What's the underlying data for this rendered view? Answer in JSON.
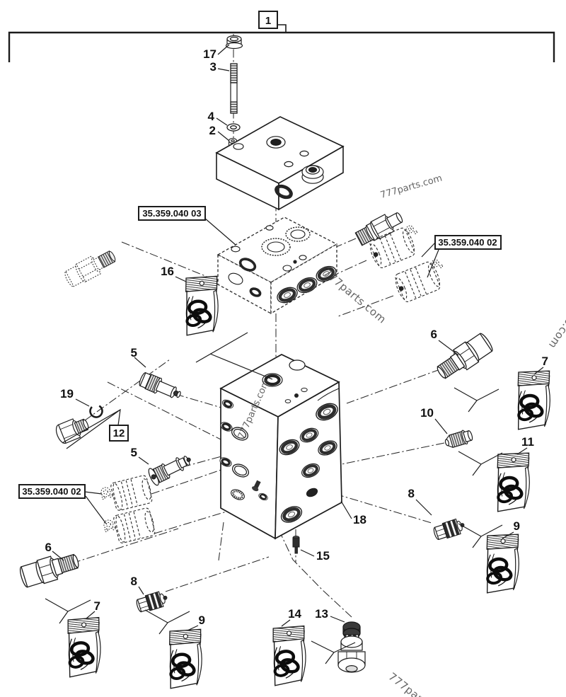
{
  "page": {
    "background": "#ffffff",
    "line_color": "#1c1c1c"
  },
  "frame": {
    "assembly_callout": "1"
  },
  "refs": {
    "top": "35.359.040 03",
    "right": "35.359.040 02",
    "left": "35.359.040 02",
    "group12": "12"
  },
  "callouts": {
    "c17": "17",
    "c3": "3",
    "c4": "4",
    "c2": "2",
    "c16": "16",
    "c5a": "5",
    "c5b": "5",
    "c19": "19",
    "c6l": "6",
    "c7l": "7",
    "c8l": "8",
    "c9l": "9",
    "c6r": "6",
    "c7r": "7",
    "c10": "10",
    "c11": "11",
    "c8r": "8",
    "c9r": "9",
    "c13": "13",
    "c14": "14",
    "c15": "15",
    "c18": "18"
  },
  "watermark": {
    "text": "777parts.com"
  }
}
